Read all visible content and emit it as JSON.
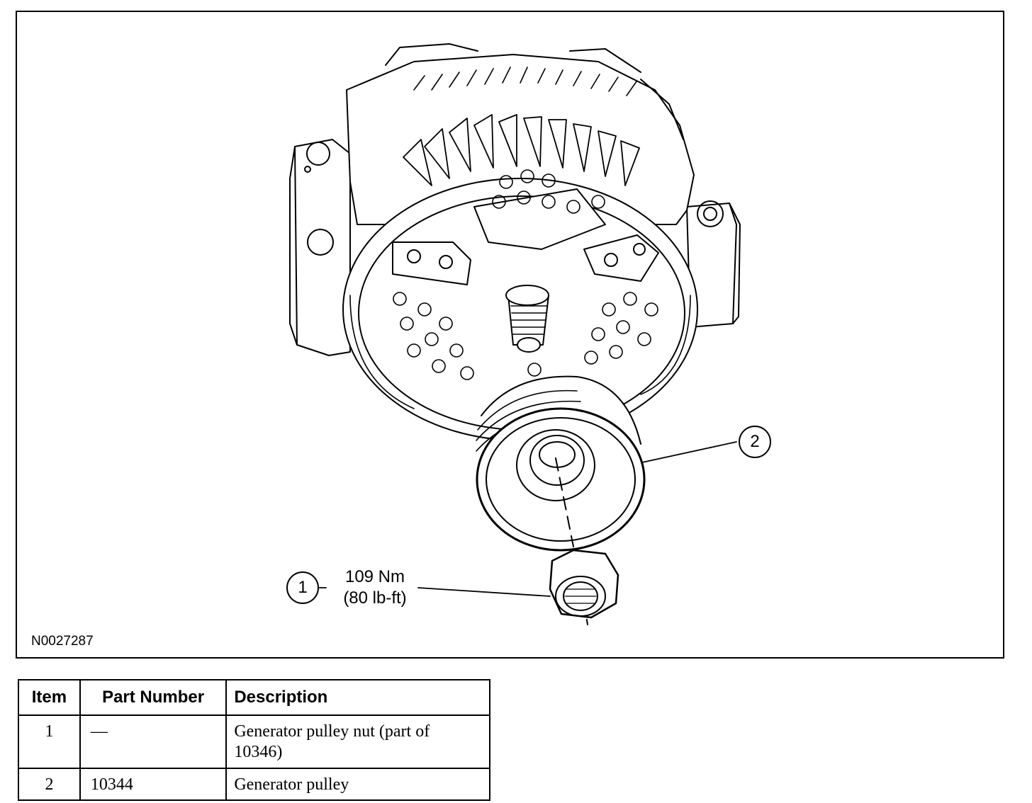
{
  "figure": {
    "id": "N0027287",
    "callouts": [
      {
        "number": "1",
        "torque_nm": "109 Nm",
        "torque_lbft": "(80 lb-ft)"
      },
      {
        "number": "2"
      }
    ]
  },
  "parts_table": {
    "headers": {
      "item": "Item",
      "part_number": "Part Number",
      "description": "Description"
    },
    "rows": [
      {
        "item": "1",
        "part_number": "—",
        "description": "Generator pulley nut (part of 10346)"
      },
      {
        "item": "2",
        "part_number": "10344",
        "description": "Generator pulley"
      }
    ]
  }
}
